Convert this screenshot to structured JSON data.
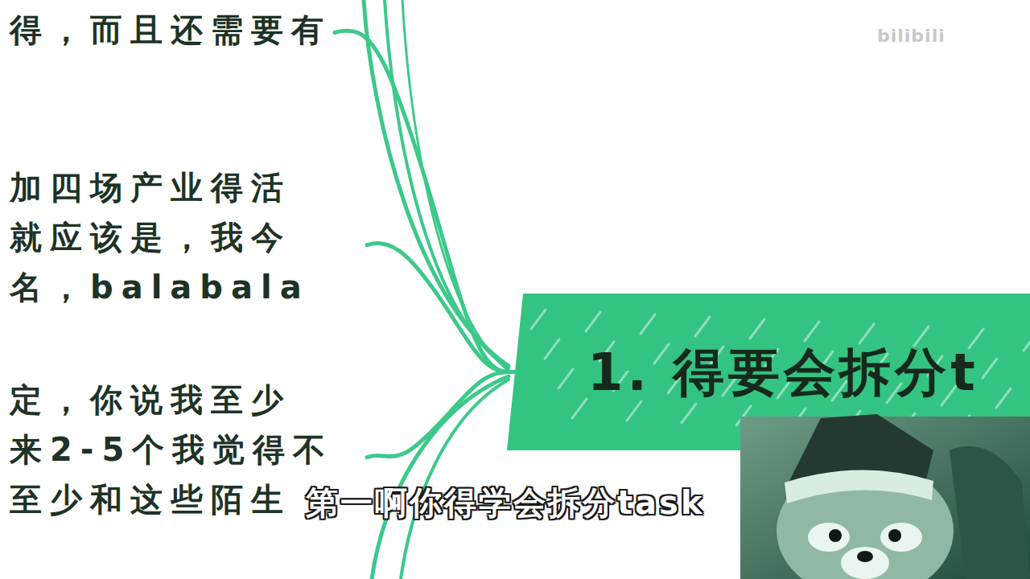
{
  "diagram": {
    "nodes": [
      {
        "text": [
          "1. 得要会拆分t"
        ]
      },
      {
        "text": [
          "得，而且还需要有"
        ]
      },
      {
        "text": [
          "加四场产业得活 就应该是，我今 名，balabala"
        ]
      },
      {
        "text": [
          "定，你说我至少 来2-5个我觉得不 至少和这些陌生"
        ]
      }
    ],
    "edges": [
      {
        "from": 0,
        "to": 1,
        "arrow": "none"
      },
      {
        "from": 0,
        "to": 2,
        "arrow": "none"
      },
      {
        "from": 0,
        "to": 3,
        "arrow": "none"
      }
    ],
    "labels": [
      "第一啊你得学会拆分task",
      "bilibili"
    ]
  }
}
